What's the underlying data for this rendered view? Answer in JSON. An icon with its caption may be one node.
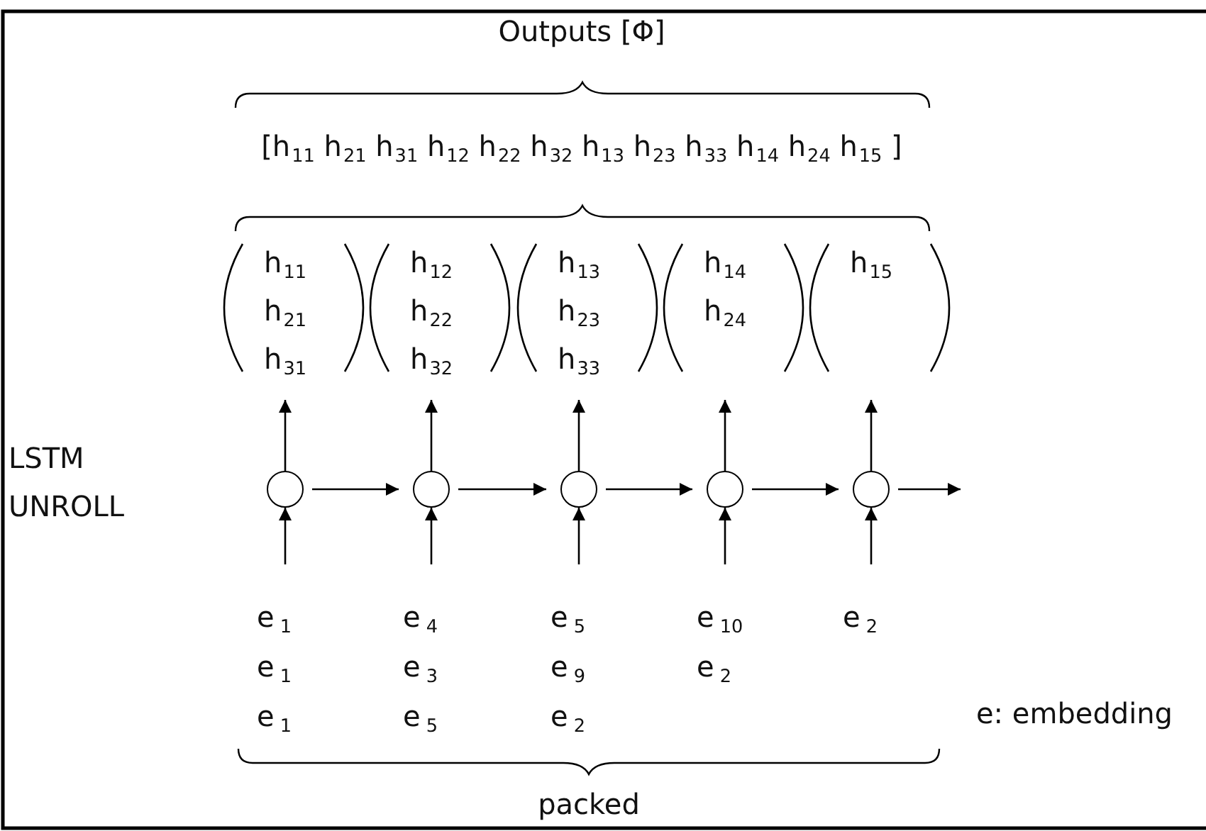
{
  "diagram": {
    "nodes": [
      {
        "text": [
          "h$_{11}$",
          "h$_{21}$",
          "h$_{31}$"
        ]
      },
      {
        "text": [
          "h$_{12}$",
          "h$_{22}$",
          "h$_{32}$"
        ]
      },
      {
        "text": [
          "h$_{13}$",
          "h$_{23}$",
          "h$_{33}$"
        ]
      },
      {
        "text": [
          "h$_{14}$",
          "h$_{24}$"
        ]
      },
      {
        "text": [
          "h$_{15}$"
        ]
      },
      {
        "text": [],
        "shape": "circle"
      },
      {
        "text": [],
        "shape": "circle"
      },
      {
        "text": [],
        "shape": "circle"
      },
      {
        "text": [],
        "shape": "circle"
      },
      {
        "text": [],
        "shape": "circle"
      },
      {
        "text": [
          "e$_{1}$",
          "e$_{1}$",
          "e$_{1}$"
        ]
      },
      {
        "text": [
          "e$_{4}$",
          "e$_{3}$",
          "e$_{5}$"
        ]
      },
      {
        "text": [
          "e$_{5}$",
          "e$_{9}$",
          "e$_{2}$"
        ]
      },
      {
        "text": [
          "e$_{10}$",
          "e$_{2}$"
        ]
      },
      {
        "text": [
          "e$_{2}$"
        ]
      }
    ],
    "edges": [
      {
        "from": 10,
        "to": 5,
        "arrow": "to"
      },
      {
        "from": 11,
        "to": 6,
        "arrow": "to"
      },
      {
        "from": 12,
        "to": 7,
        "arrow": "to"
      },
      {
        "from": 13,
        "to": 8,
        "arrow": "to"
      },
      {
        "from": 14,
        "to": 9,
        "arrow": "to"
      },
      {
        "from": 5,
        "to": 0,
        "arrow": "to"
      },
      {
        "from": 6,
        "to": 1,
        "arrow": "to"
      },
      {
        "from": 7,
        "to": 2,
        "arrow": "to"
      },
      {
        "from": 8,
        "to": 3,
        "arrow": "to"
      },
      {
        "from": 9,
        "to": 4,
        "arrow": "to"
      },
      {
        "from": 5,
        "to": 6,
        "arrow": "to"
      },
      {
        "from": 6,
        "to": 7,
        "arrow": "to"
      },
      {
        "from": 7,
        "to": 8,
        "arrow": "to"
      },
      {
        "from": 8,
        "to": 9,
        "arrow": "to"
      },
      {
        "from": 9,
        "to": null,
        "arrow": "to"
      }
    ],
    "labels": [
      "Outputs [Φ]",
      "[h$_{11}$ h$_{21}$ h$_{31}$ h$_{12}$ h$_{22}$ h$_{32}$ h$_{13}$ h$_{23}$ h$_{33}$ h$_{14}$ h$_{24}$ h$_{15}$ ]",
      "LSTM UNROLL",
      "e: embedding",
      "packed"
    ]
  }
}
